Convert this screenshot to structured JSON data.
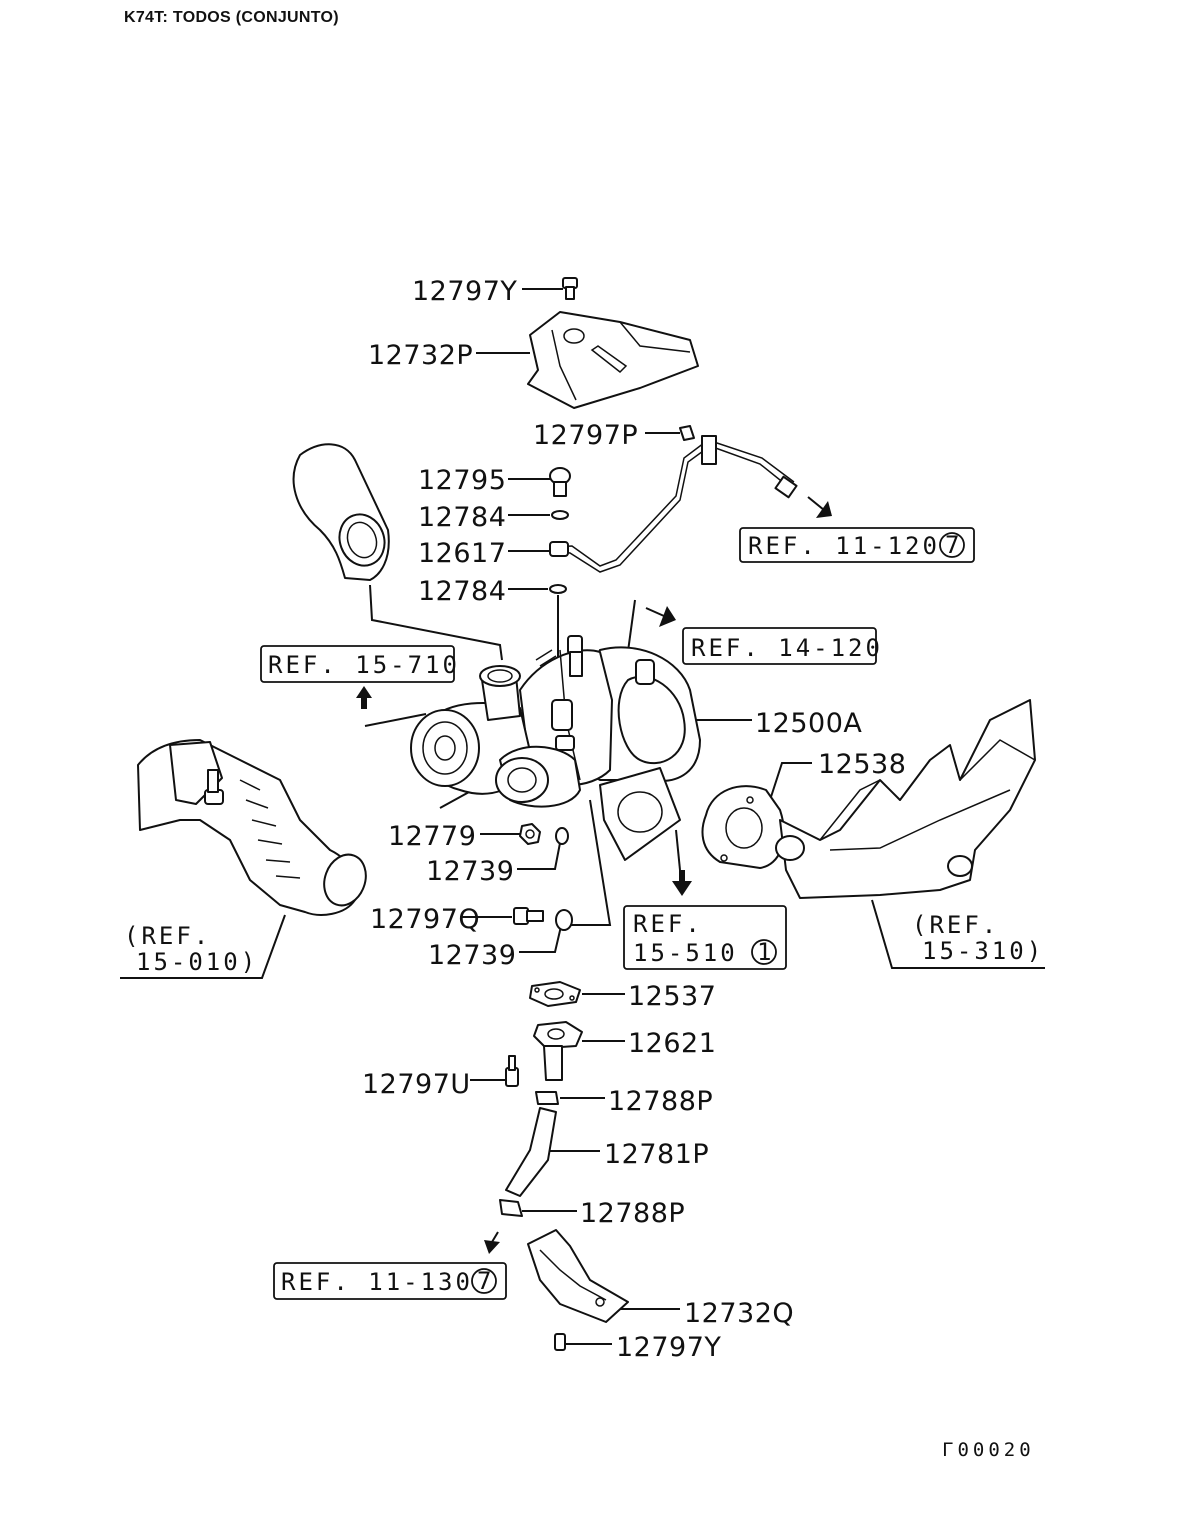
{
  "header": "K74T: TODOS (CONJUNTO)",
  "parts": {
    "p12797Y_top": "12797Y",
    "p12732P": "12732P",
    "p12797P": "12797P",
    "p12795": "12795",
    "p12784_a": "12784",
    "p12617": "12617",
    "p12784_b": "12784",
    "p12500A": "12500A",
    "p12538": "12538",
    "p12779": "12779",
    "p12739_a": "12739",
    "p12797Q": "12797Q",
    "p12739_b": "12739",
    "p12537": "12537",
    "p12621": "12621",
    "p12797U": "12797U",
    "p12788P_a": "12788P",
    "p12781P": "12781P",
    "p12788P_b": "12788P",
    "p12732Q": "12732Q",
    "p12797Y_bot": "12797Y"
  },
  "refs": {
    "r11_120": "REF. 11-120",
    "r11_120_circle": "7",
    "r14_120": "REF. 14-120",
    "r15_710": "REF. 15-710",
    "r15_510_l1": "REF.",
    "r15_510_l2": "15-510",
    "r15_510_circle": "1",
    "r15_010_l1": "(REF.",
    "r15_010_l2": "15-010)",
    "r15_310_l1": "(REF.",
    "r15_310_l2": "15-310)",
    "r11_130": "REF. 11-130",
    "r11_130_circle": "7"
  },
  "footer_code": "Γ00020"
}
